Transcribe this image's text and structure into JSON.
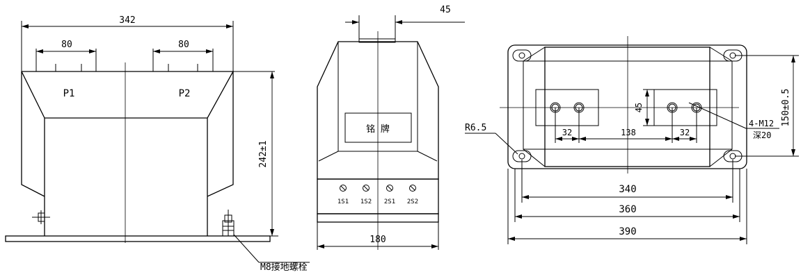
{
  "front_view": {
    "overall_width": "342",
    "terminal_width_1": "80",
    "terminal_width_2": "80",
    "terminal_label_1": "P1",
    "terminal_label_2": "P2",
    "height": "242±1",
    "ground_bolt_note": "M8接地螺栓"
  },
  "side_view": {
    "top_width": "45",
    "nameplate_text": "铭 牌",
    "secondary_terminals": [
      "1S1",
      "1S2",
      "2S1",
      "2S2"
    ],
    "base_width": "180"
  },
  "top_view": {
    "corner_radius": "R6.5",
    "bolt_spacing_1": "32",
    "center_spacing": "138",
    "bolt_spacing_2": "32",
    "pad_height": "45",
    "bolt_spec": "4-M12",
    "bolt_depth": "深20",
    "hole_spacing": "150±0.5",
    "dim_340": "340",
    "dim_360": "360",
    "dim_390": "390"
  }
}
